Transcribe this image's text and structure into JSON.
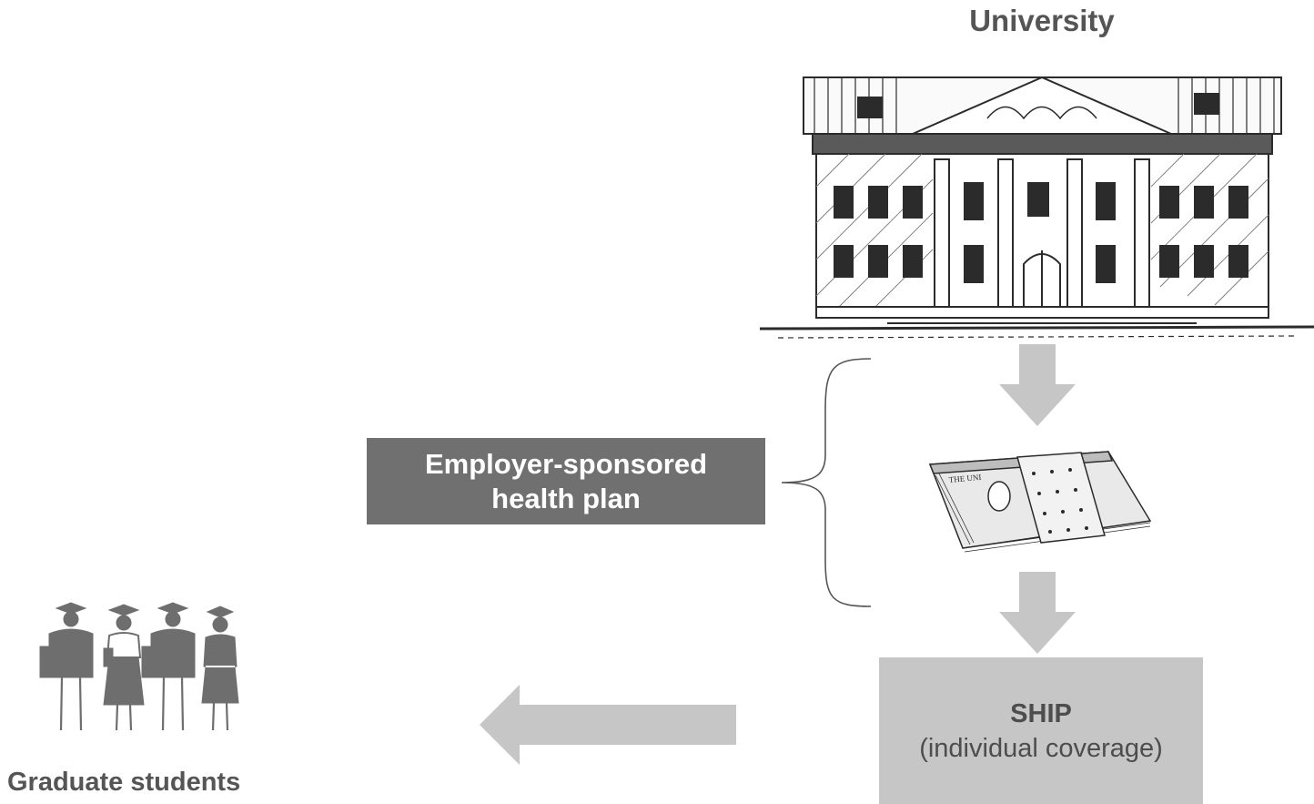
{
  "university": {
    "title": "University"
  },
  "plan": {
    "line1": "Employer-sponsored",
    "line2": "health plan"
  },
  "ship": {
    "title": "SHIP",
    "subtitle": "(individual coverage)"
  },
  "students": {
    "label": "Graduate students"
  },
  "colors": {
    "arrow": "#c6c6c6",
    "plan_box": "#707070",
    "ship_box": "#c6c6c6",
    "sketch": "#2b2b2b",
    "students": "#6e6e6e",
    "label_text": "#555555"
  },
  "icons": [
    "university-building-icon",
    "money-stack-icon",
    "graduate-students-icon"
  ]
}
